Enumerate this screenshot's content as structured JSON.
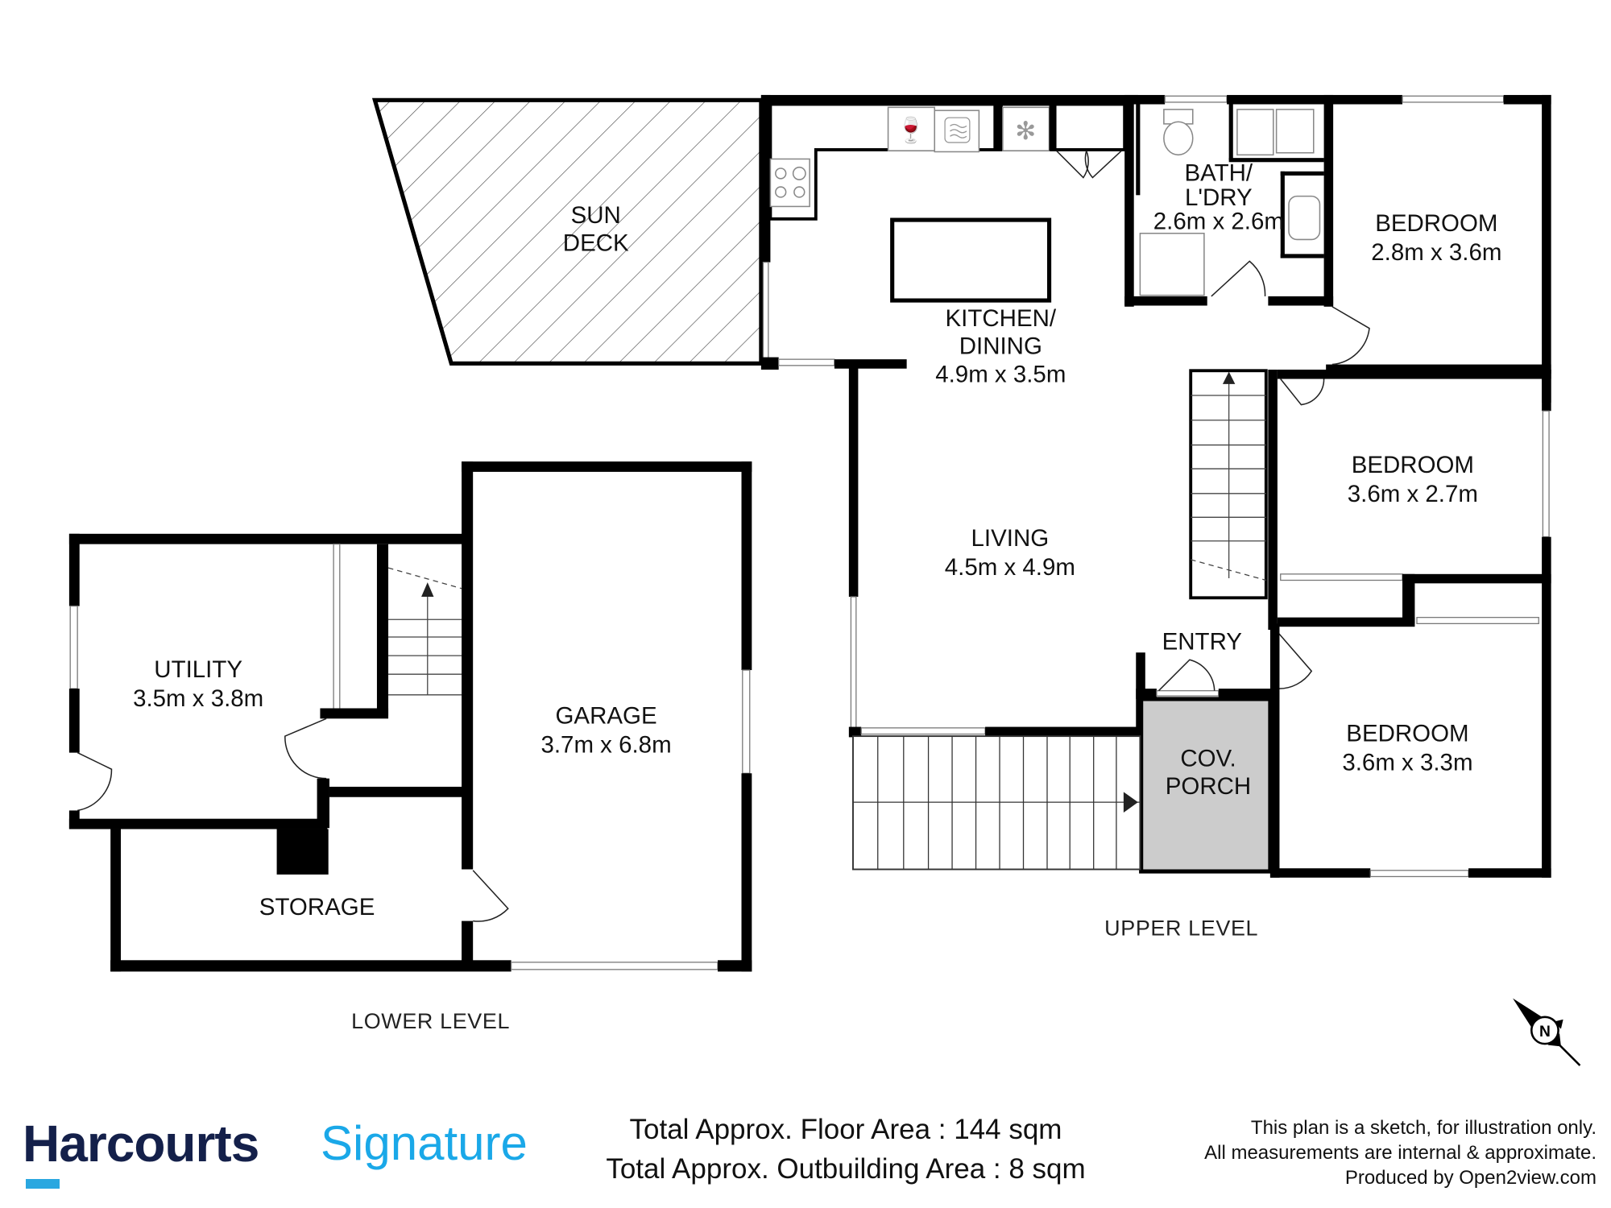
{
  "plan": {
    "upper_level": {
      "label": "UPPER LEVEL",
      "rooms": [
        {
          "name": "SUN",
          "name2": "DECK",
          "dims": ""
        },
        {
          "name": "KITCHEN/",
          "name2": "DINING",
          "dims": "4.9m x 3.5m"
        },
        {
          "name": "BATH/",
          "name2": "L'DRY",
          "dims": "2.6m x 2.6m"
        },
        {
          "name": "BEDROOM",
          "dims": "2.8m x 3.6m"
        },
        {
          "name": "BEDROOM",
          "dims": "3.6m x 2.7m"
        },
        {
          "name": "LIVING",
          "dims": "4.5m x 4.9m"
        },
        {
          "name": "ENTRY",
          "dims": ""
        },
        {
          "name": "COV.",
          "name2": "PORCH",
          "dims": ""
        },
        {
          "name": "BEDROOM",
          "dims": "3.6m x 3.3m"
        }
      ]
    },
    "lower_level": {
      "label": "LOWER LEVEL",
      "rooms": [
        {
          "name": "UTILITY",
          "dims": "3.5m x 3.8m"
        },
        {
          "name": "GARAGE",
          "dims": "3.7m x 6.8m"
        },
        {
          "name": "STORAGE",
          "dims": ""
        }
      ]
    },
    "compass": {
      "letter": "N"
    },
    "icons": [
      "dishwasher-icon",
      "microwave-icon",
      "fridge-icon",
      "cooktop-icon",
      "toilet-icon",
      "washing-machine-icon",
      "laundry-sink-icon",
      "vanity-basin-icon",
      "shower-icon",
      "compass-icon"
    ]
  },
  "footer": {
    "brand_main": "Harcourts",
    "brand_sub": "Signature",
    "floor_area": "Total Approx. Floor Area : 144 sqm",
    "outbuilding_area": "Total Approx. Outbuilding Area : 8 sqm",
    "disclaimer": [
      "This plan is a sketch, for illustration only.",
      "All measurements are internal & approximate.",
      "Produced by Open2view.com"
    ]
  },
  "colors": {
    "brand_navy": "#14204a",
    "brand_blue": "#1aa8e8",
    "porch_fill": "#cccccc",
    "wall": "#000000"
  }
}
